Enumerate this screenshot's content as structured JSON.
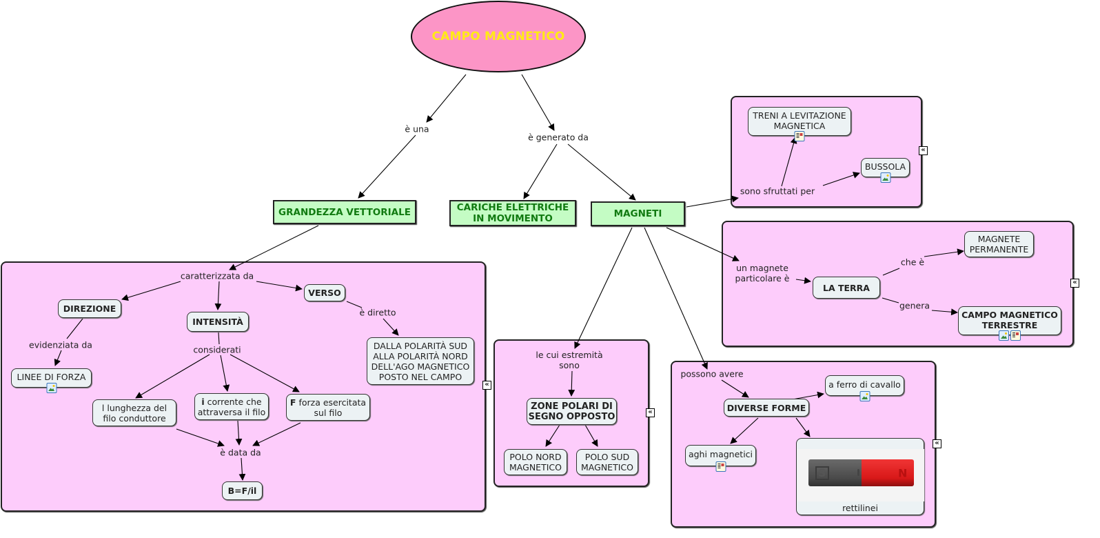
{
  "map": {
    "root": "CAMPO MAGNETICO",
    "links": {
      "e_una": "è una",
      "e_generato_da": "è generato da",
      "caratterizzata_da": "caratterizzata da",
      "evidenziata_da": "evidenziata da",
      "considerati": "considerati",
      "e_diretto": "è diretto",
      "e_data_da": "è data da",
      "le_cui_estremita": "le cui estremità\nsono",
      "sono_sfruttati_per": "sono sfruttati per",
      "un_magnete_particolare": "un magnete\nparticolare è",
      "che_e": "che è",
      "genera": "genera",
      "possono_avere": "possono avere"
    },
    "concepts": {
      "grandezza_vettoriale": "GRANDEZZA VETTORIALE",
      "cariche_elettriche": "CARICHE ELETTRICHE\nIN MOVIMENTO",
      "magneti": "MAGNETI",
      "direzione": "DIREZIONE",
      "intensita": "INTENSITÀ",
      "verso": "VERSO",
      "linee_di_forza": "LINEE DI FORZA",
      "polarita": "DALLA POLARITÀ SUD\nALLA POLARITÀ NORD\nDELL'AGO MAGNETICO\nPOSTO NEL CAMPO",
      "lunghezza_symbol": "l",
      "lunghezza_text": " lunghezza del\nfilo conduttore",
      "corrente_symbol": "i",
      "corrente_text": " corrente che\nattraversa il filo",
      "forza_symbol": "F",
      "forza_text": " forza esercitata\nsul filo",
      "formula": "B=F/il",
      "zone_polari": "ZONE POLARI DI\nSEGNO OPPOSTO",
      "polo_nord": "POLO NORD\nMAGNETICO",
      "polo_sud": "POLO SUD\nMAGNETICO",
      "treni": "TRENI A LEVITAZIONE\nMAGNETICA",
      "bussola": "BUSSOLA",
      "la_terra": "LA TERRA",
      "magnete_permanente": "MAGNETE\nPERMANENTE",
      "campo_terrestre": "CAMPO MAGNETICO\nTERRESTRE",
      "diverse_forme": "DIVERSE FORME",
      "ferro_cavallo": "a ferro di cavallo",
      "aghi_magnetici": "aghi magnetici",
      "rettilinei": "rettilinei"
    },
    "icons": {
      "collapse": "«"
    },
    "colors": {
      "root_fill": "#fc95c6",
      "root_text": "#ffeb14",
      "top_concept_fill": "#c4fcc4",
      "top_concept_text": "#117a11",
      "group_fill": "#fdccfb",
      "node_fill": "#ecf2f4"
    }
  }
}
